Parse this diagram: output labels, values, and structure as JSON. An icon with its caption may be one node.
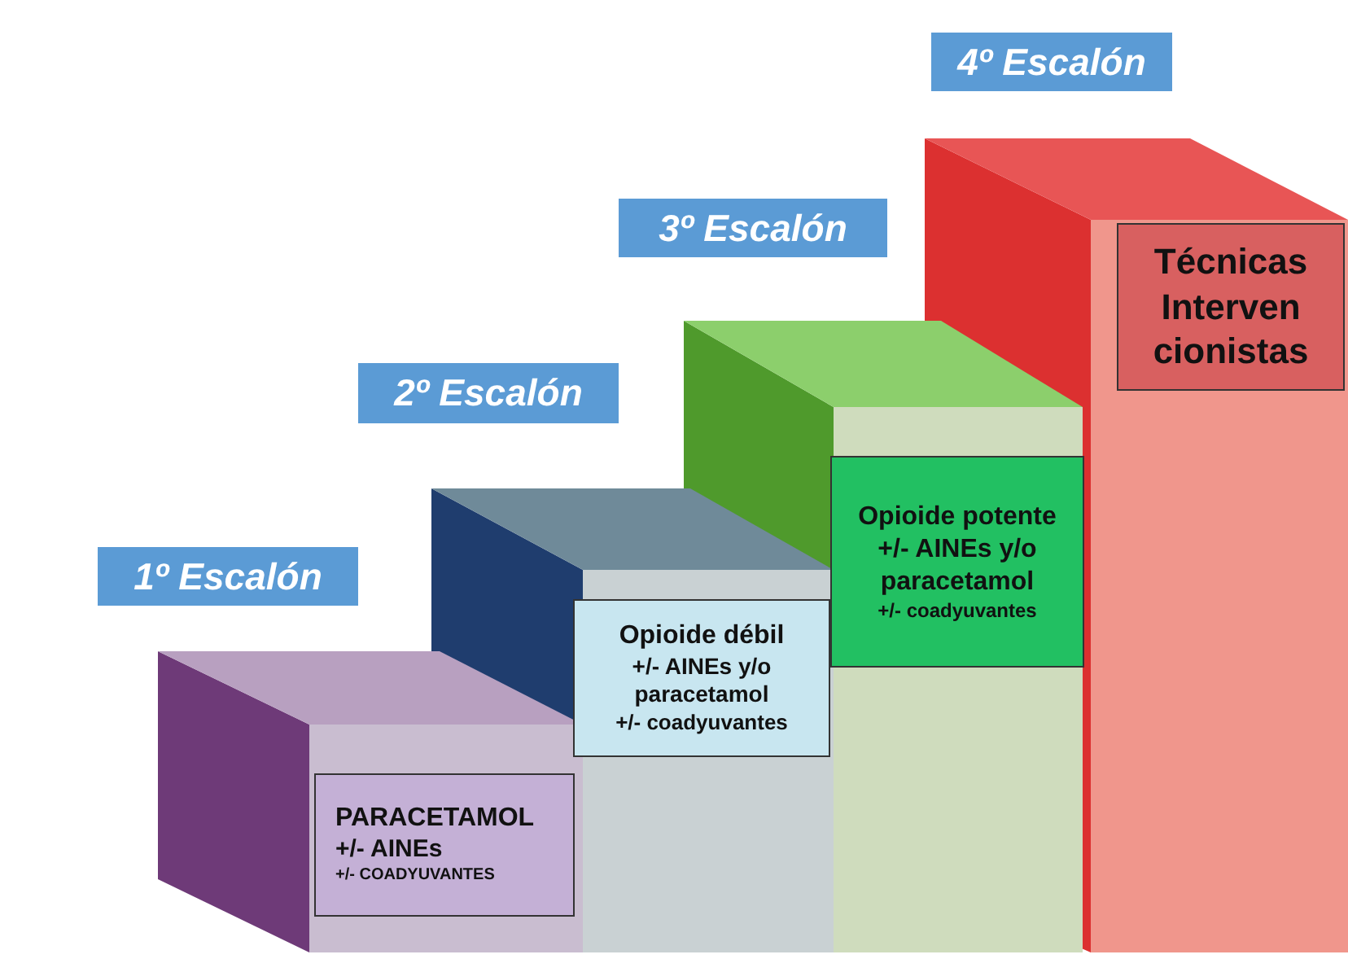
{
  "diagram": {
    "nodes": [
      {
        "text": [
          "1º Escalón"
        ]
      },
      {
        "text": [
          "PARACETAMOL",
          "+/- AINEs",
          "+/- COADYUVANTES"
        ]
      },
      {
        "text": [
          "2º Escalón"
        ]
      },
      {
        "text": [
          "Opioide débil",
          "+/- AINEs y/o paracetamol",
          "+/- coadyuvantes"
        ]
      },
      {
        "text": [
          "3º Escalón"
        ]
      },
      {
        "text": [
          "Opioide potente",
          "+/- AINEs y/o paracetamol",
          "+/- coadyuvantes"
        ]
      },
      {
        "text": [
          "4º Escalón"
        ]
      },
      {
        "text": [
          "Técnicas Interven cionistas"
        ]
      }
    ],
    "edges": []
  }
}
